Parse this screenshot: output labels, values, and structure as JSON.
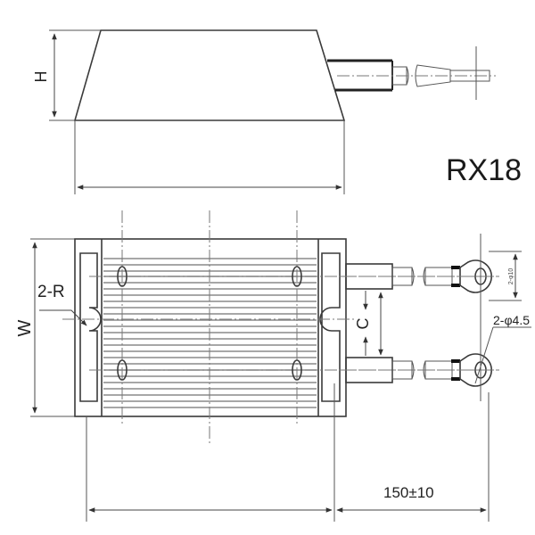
{
  "drawing": {
    "model": "RX18",
    "side_view": {
      "height_label": "H"
    },
    "plan_view": {
      "width_label": "W",
      "slot_label": "2-R",
      "spacing_label": "C",
      "hole_label": "2-φ4.5",
      "terminal_spacing_label": "2-φ10",
      "lead_length_label": "150±10"
    },
    "colors": {
      "line": "#3a3a3a",
      "fin": "#8a8a8a",
      "background": "#ffffff"
    }
  }
}
